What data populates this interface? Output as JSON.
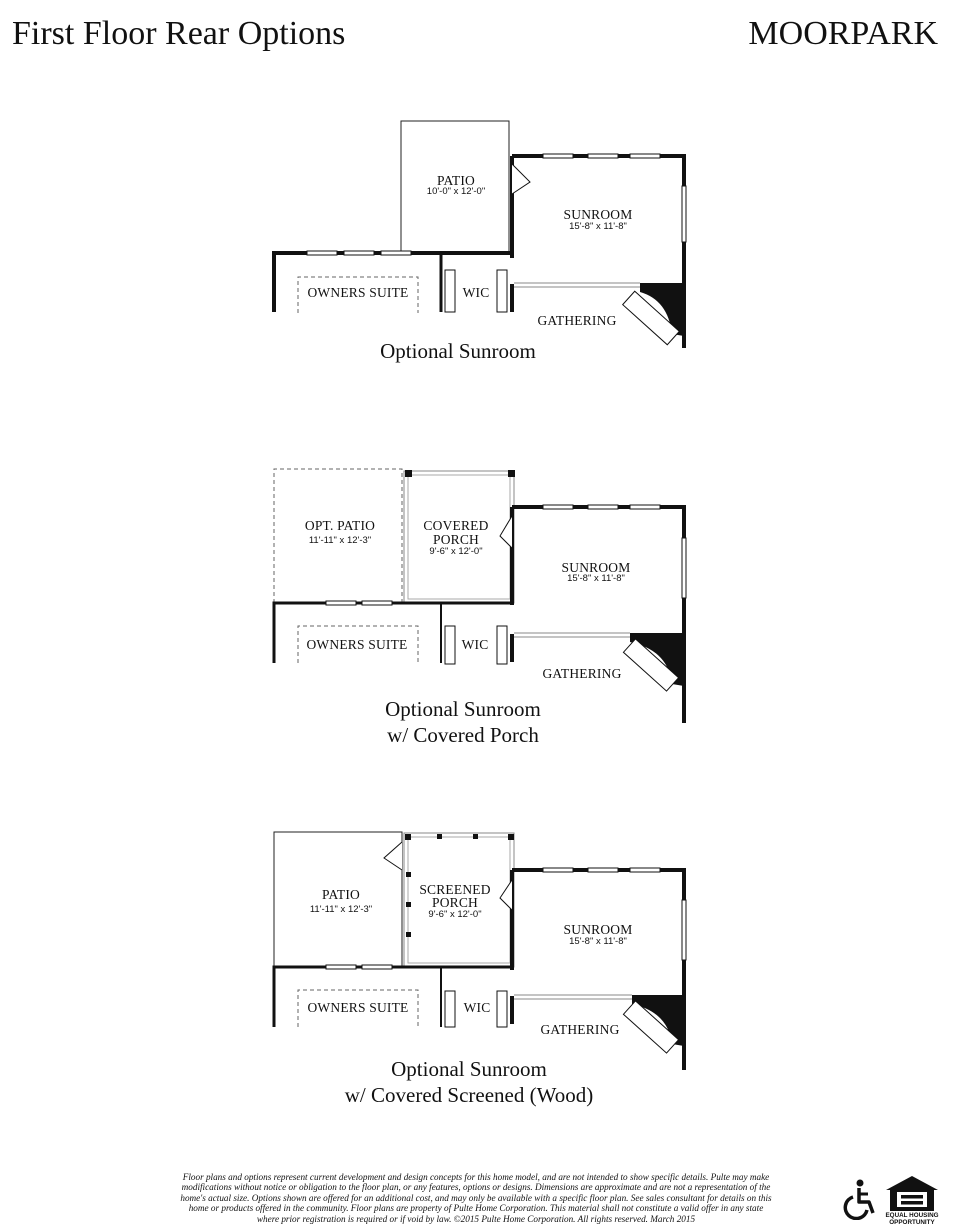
{
  "header": {
    "title": "First Floor Rear Options",
    "brand": "MOORPARK"
  },
  "plans": [
    {
      "caption": [
        "Optional Sunroom"
      ],
      "rooms": {
        "patio": {
          "name": [
            "PATIO"
          ],
          "dim": "10'-0\" x 12'-0\""
        },
        "sunroom": {
          "name": [
            "SUNROOM"
          ],
          "dim": "15'-8\" x 11'-8\""
        },
        "owners_suite": "OWNERS SUITE",
        "wic": "WIC",
        "gathering": "GATHERING"
      }
    },
    {
      "caption": [
        "Optional Sunroom",
        "w/ Covered Porch"
      ],
      "rooms": {
        "opt_patio": {
          "name": [
            "OPT. PATIO"
          ],
          "dim": "11'-11\" x 12'-3\""
        },
        "porch": {
          "name": [
            "COVERED",
            "PORCH"
          ],
          "dim": "9'-6\" x 12'-0\""
        },
        "sunroom": {
          "name": [
            "SUNROOM"
          ],
          "dim": "15'-8\" x 11'-8\""
        },
        "owners_suite": "OWNERS SUITE",
        "wic": "WIC",
        "gathering": "GATHERING"
      }
    },
    {
      "caption": [
        "Optional Sunroom",
        "w/ Covered Screened (Wood)"
      ],
      "rooms": {
        "patio": {
          "name": [
            "PATIO"
          ],
          "dim": "11'-11\" x 12'-3\""
        },
        "porch": {
          "name": [
            "SCREENED",
            "PORCH"
          ],
          "dim": "9'-6\" x 12'-0\""
        },
        "sunroom": {
          "name": [
            "SUNROOM"
          ],
          "dim": "15'-8\" x 11'-8\""
        },
        "owners_suite": "OWNERS SUITE",
        "wic": "WIC",
        "gathering": "GATHERING"
      }
    }
  ],
  "disclaimer": [
    "Floor plans and options represent current development and design concepts for this home model, and are not intended to show specific details.  Pulte may make",
    "modifications without notice or obligation to the floor plan, or any features, options or designs.  Dimensions are approximate and are not a representation of the",
    "home's actual size. Options shown are offered for an additional cost, and may only be available with a specific floor plan.  See sales consultant for details on this",
    "home or products offered in the community.  Floor plans are property of Pulte Home Corporation. This material shall not constitute a valid offer in any state",
    "where prior registration is required or if void by law.   ©2015 Pulte Home Corporation.  All rights reserved.  March 2015"
  ],
  "logos": {
    "accessibility": "accessibility-icon",
    "equal_housing": {
      "icon": "equal-housing-house-icon",
      "text": [
        "EQUAL HOUSING",
        "OPPORTUNITY"
      ]
    }
  }
}
